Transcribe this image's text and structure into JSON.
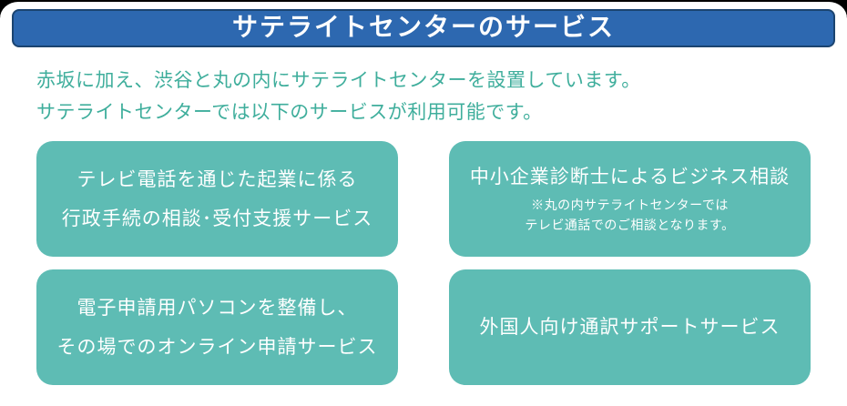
{
  "header": {
    "title": "サテライトセンターのサービス"
  },
  "intro": {
    "line1": "赤坂に加え、渋谷と丸の内にサテライトセンターを設置しています。",
    "line2": "サテライトセンターでは以下のサービスが利用可能です。"
  },
  "cards": {
    "video_consult": {
      "line1": "テレビ電話を通じた起業に係る",
      "line2": "行政手続の相談･受付支援サービス"
    },
    "business_consult": {
      "title": "中小企業診断士によるビジネス相談",
      "note1": "※丸の内サテライトセンターでは",
      "note2": "テレビ通話でのご相談となります。"
    },
    "online_application": {
      "line1": "電子申請用パソコンを整備し、",
      "line2": "その場でのオンライン申請サービス"
    },
    "interpreter": {
      "title": "外国人向け通訳サポートサービス"
    }
  },
  "colors": {
    "header_bg": "#2d68b0",
    "header_border": "#1b4470",
    "title_text": "#ffffff",
    "intro_text": "#3fae9c",
    "card_bg": "#5ebcb4",
    "card_text": "#ffffff"
  }
}
